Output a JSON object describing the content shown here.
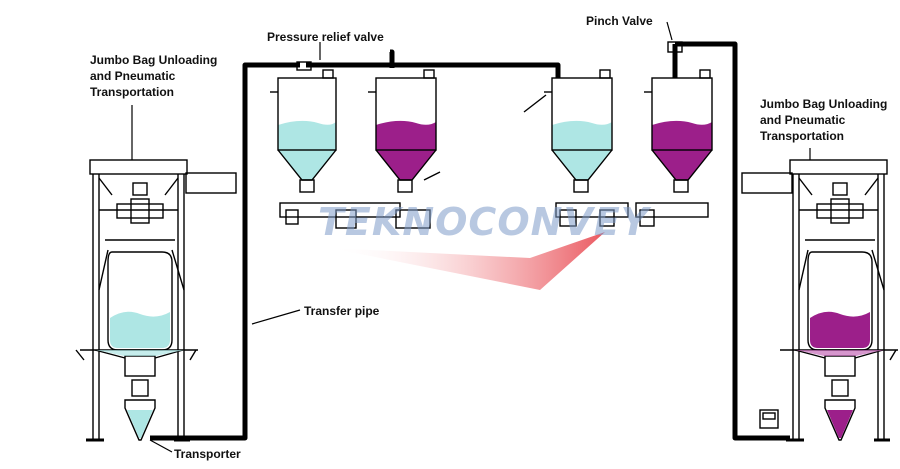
{
  "labels": {
    "left_station_line1": "Jumbo Bag Unloading",
    "left_station_line2": "and Pneumatic",
    "left_station_line3": "Transportation",
    "right_station_line1": "Jumbo Bag Unloading",
    "right_station_line2": "and Pneumatic",
    "right_station_line3": "Transportation",
    "pressure_relief_valve": "Pressure relief valve",
    "pinch_valve": "Pinch Valve",
    "transfer_pipe": "Transfer pipe",
    "transporter": "Transporter"
  },
  "watermark": "TEKNOCONVEY",
  "colors": {
    "material_cyan": "#aee6e4",
    "material_magenta": "#9c1f8a",
    "pipe": "#000000",
    "watermark_arrow": "#e8474f"
  }
}
